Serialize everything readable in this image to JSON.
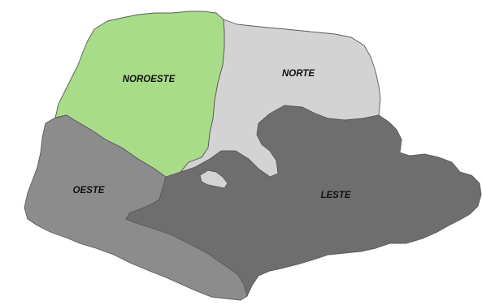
{
  "map": {
    "regions": [
      {
        "id": "noroeste",
        "label": "NOROESTE",
        "color": "#a8dc88"
      },
      {
        "id": "norte",
        "label": "NORTE",
        "color": "#d3d3d3"
      },
      {
        "id": "oeste",
        "label": "OESTE",
        "color": "#8c8c8c"
      },
      {
        "id": "leste",
        "label": "LESTE",
        "color": "#6e6e6e"
      }
    ],
    "enclave_color": "#d3d3d3",
    "border_color": "#5a5a5a"
  }
}
